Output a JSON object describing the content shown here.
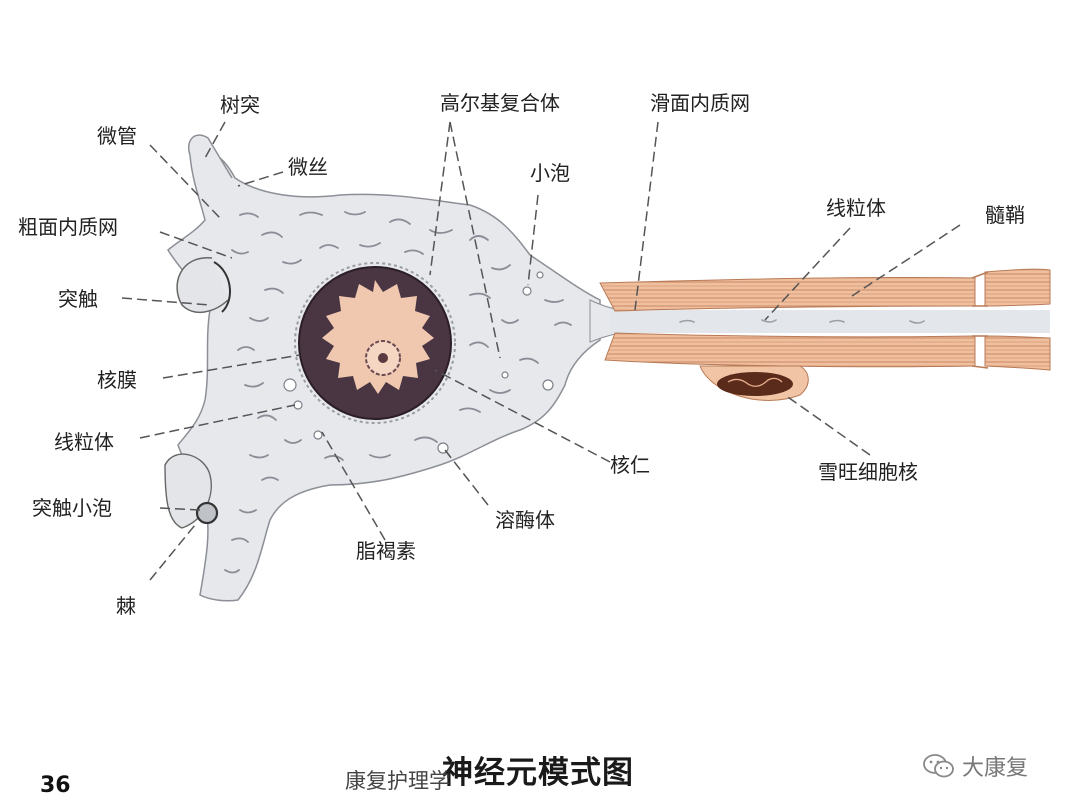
{
  "diagram": {
    "title": "神经元模式图",
    "labels": {
      "dendrite": "树突",
      "microtubule": "微管",
      "microfilament": "微丝",
      "rough_er": "粗面内质网",
      "synapse": "突触",
      "nuclear_envelope": "核膜",
      "mitochondria_left": "线粒体",
      "synaptic_vesicle": "突触小泡",
      "spine": "棘",
      "lipofuscin": "脂褐素",
      "golgi": "高尔基复合体",
      "vesicle": "小泡",
      "smooth_er": "滑面内质网",
      "nucleolus": "核仁",
      "lysosome": "溶酶体",
      "mitochondria_right": "线粒体",
      "myelin_sheath": "髓鞘",
      "schwann_nucleus": "雪旺细胞核"
    }
  },
  "footer": {
    "page_number": "36",
    "text": "康复护理学",
    "watermark": "大康复"
  },
  "colors": {
    "cytoplasm": "#e6e8ec",
    "nucleus_dark": "#4a3542",
    "nucleoplasm": "#f0c8b0",
    "myelin": "#e8b08e",
    "schwann_nucleus": "#5a2a1a"
  }
}
